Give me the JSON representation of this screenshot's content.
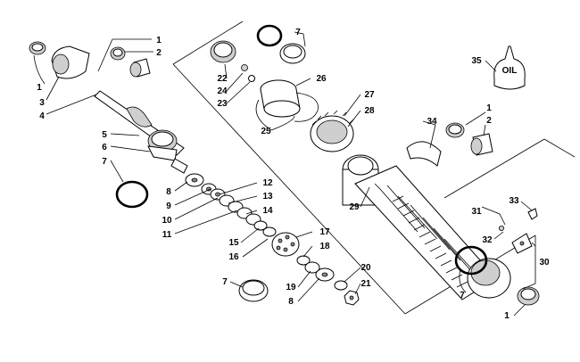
{
  "diagram": {
    "callouts": [
      "1",
      "2",
      "3",
      "4",
      "5",
      "6",
      "7",
      "8",
      "9",
      "10",
      "11",
      "12",
      "13",
      "14",
      "15",
      "16",
      "17",
      "18",
      "19",
      "20",
      "21",
      "22",
      "23",
      "24",
      "25",
      "26",
      "27",
      "28",
      "29",
      "30",
      "31",
      "32",
      "33",
      "34",
      "35"
    ],
    "bottle_label": "OIL"
  }
}
